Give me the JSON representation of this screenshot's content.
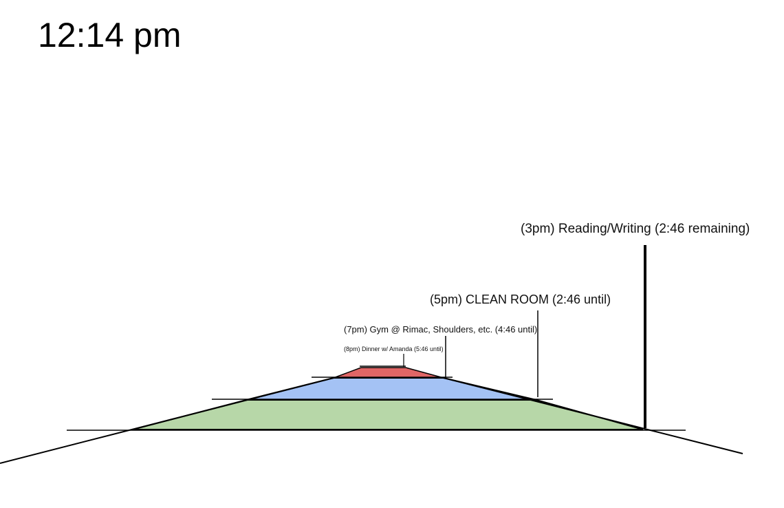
{
  "clock": {
    "time": "12:14 pm"
  },
  "events": [
    {
      "label": "(3pm) Reading/Writing (2:46 remaining)",
      "color": ""
    },
    {
      "label": "(5pm) CLEAN ROOM (2:46 until)",
      "color": "#b7d7a8"
    },
    {
      "label": "(7pm) Gym @ Rimac, Shoulders, etc. (4:46 until)",
      "color": "#a4c2f4"
    },
    {
      "label": "(8pm) Dinner w/ Amanda (5:46 until)",
      "color": "#e06666"
    }
  ],
  "colors": {
    "line": "#000000",
    "background": "#ffffff"
  }
}
